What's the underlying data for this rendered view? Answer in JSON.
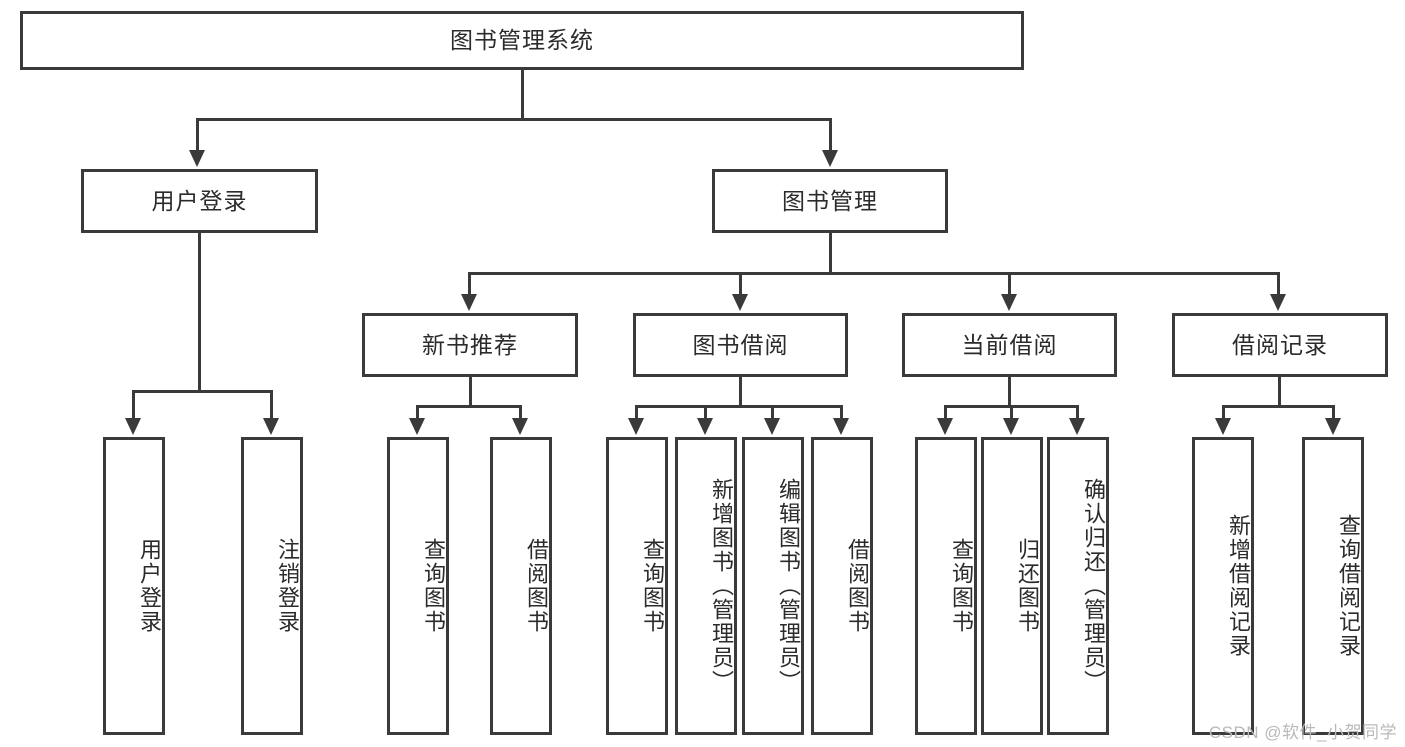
{
  "diagram": {
    "type": "tree-hierarchy",
    "title": "图书管理系统",
    "root": {
      "label": "图书管理系统"
    },
    "level2": [
      {
        "label": "用户登录"
      },
      {
        "label": "图书管理"
      }
    ],
    "level3": [
      {
        "label": "新书推荐"
      },
      {
        "label": "图书借阅"
      },
      {
        "label": "当前借阅"
      },
      {
        "label": "借阅记录"
      }
    ],
    "leaves": {
      "user_login": [
        {
          "label": "用户登录"
        },
        {
          "label": "注销登录"
        }
      ],
      "new_book_recommend": [
        {
          "label": "查询图书"
        },
        {
          "label": "借阅图书"
        }
      ],
      "book_borrow": [
        {
          "label": "查询图书"
        },
        {
          "label": "新增图书（管理员）"
        },
        {
          "label": "编辑图书（管理员）"
        },
        {
          "label": "借阅图书"
        }
      ],
      "current_borrow": [
        {
          "label": "查询图书"
        },
        {
          "label": "归还图书"
        },
        {
          "label": "确认归还（管理员）"
        }
      ],
      "borrow_record": [
        {
          "label": "新增借阅记录"
        },
        {
          "label": "查询借阅记录"
        }
      ]
    }
  },
  "watermark": {
    "text": "CSDN @软件_小贺同学"
  },
  "colors": {
    "stroke": "#3a3a3a",
    "text": "#2b2b2b",
    "background": "#ffffff",
    "watermark": "#b9b9b9"
  }
}
